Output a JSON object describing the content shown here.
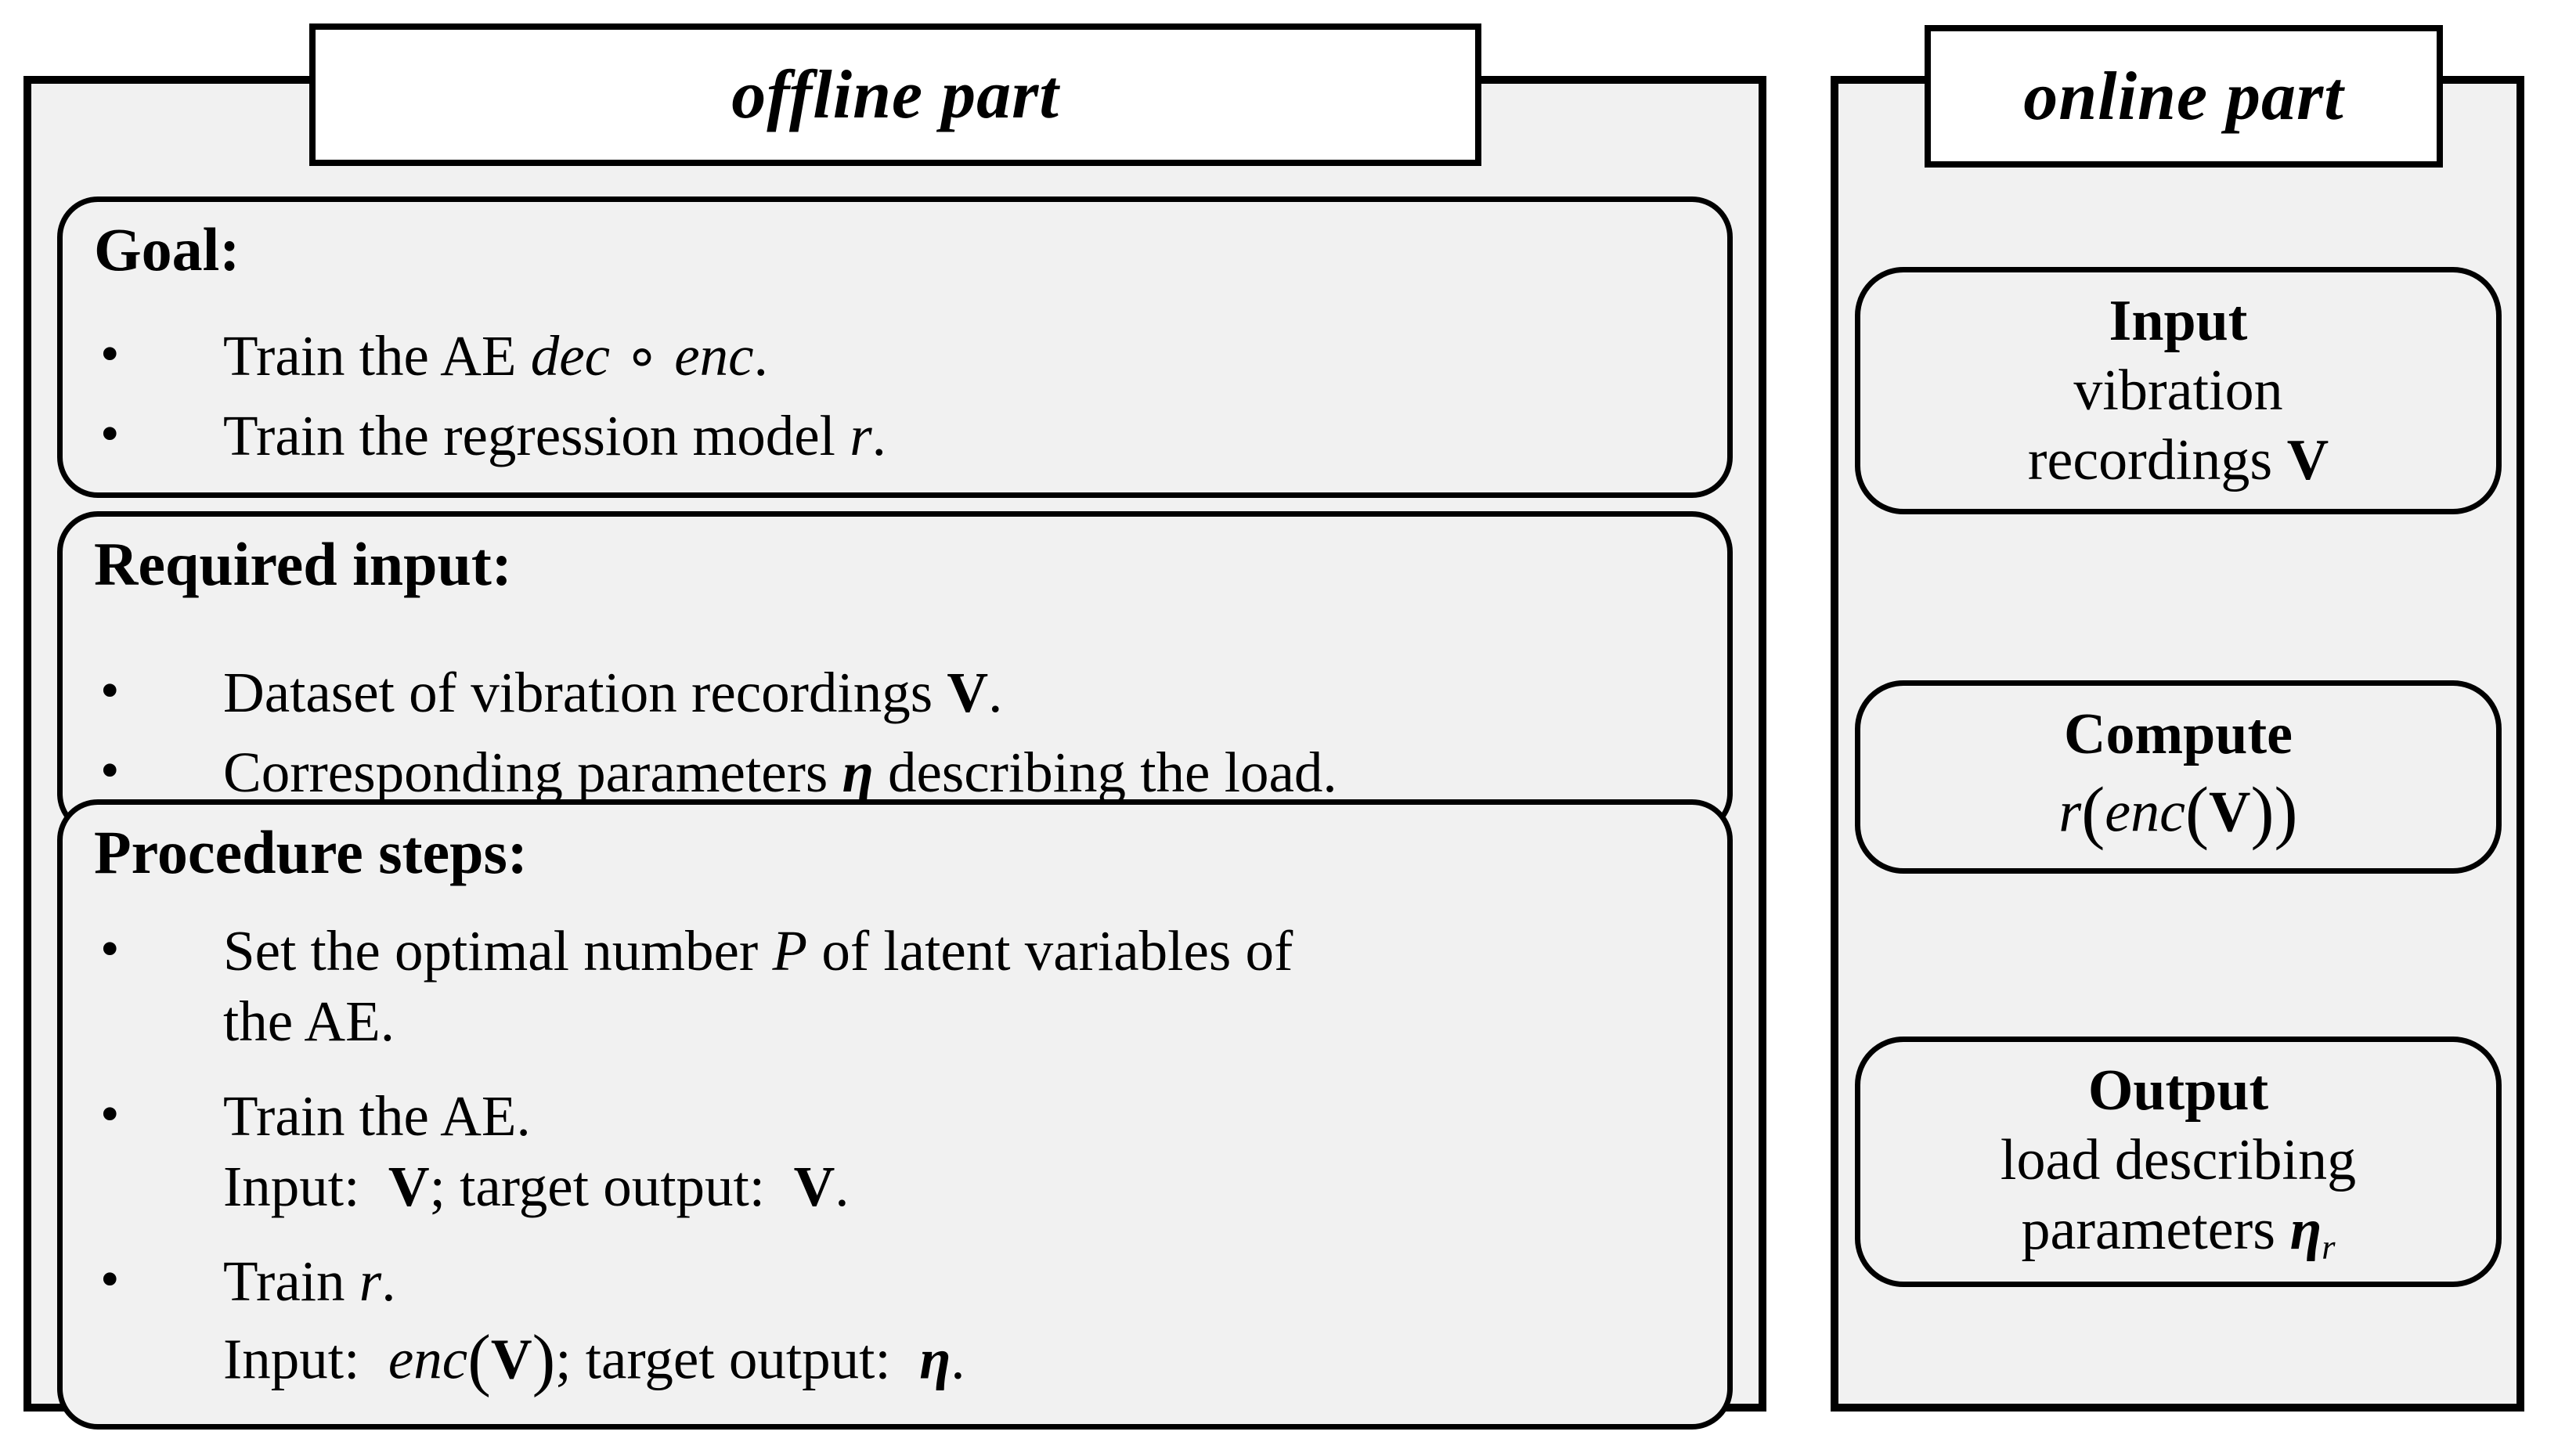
{
  "bullet": "•",
  "colors": {
    "panel_bg": "#f1f1f1",
    "title_bg": "#ffffff",
    "line": "#000000"
  },
  "offline": {
    "title": "offline part",
    "sections": [
      {
        "heading": "Goal:",
        "items": [
          {
            "lines": [
              [
                {
                  "t": "Train the AE "
                },
                {
                  "t": "dec",
                  "i": true
                },
                {
                  "t": " ∘ "
                },
                {
                  "t": "enc",
                  "i": true
                },
                {
                  "t": "."
                }
              ]
            ]
          },
          {
            "lines": [
              [
                {
                  "t": "Train the regression model "
                },
                {
                  "t": "r",
                  "i": true
                },
                {
                  "t": "."
                }
              ]
            ]
          }
        ]
      },
      {
        "heading": "Required input:",
        "items": [
          {
            "lines": [
              [
                {
                  "t": "Dataset of vibration recordings "
                },
                {
                  "t": "V",
                  "b": true
                },
                {
                  "t": "."
                }
              ]
            ]
          },
          {
            "lines": [
              [
                {
                  "t": "Corresponding parameters "
                },
                {
                  "t": "η",
                  "b": true,
                  "i": true
                },
                {
                  "t": " describing the load."
                }
              ]
            ]
          }
        ]
      },
      {
        "heading": "Procedure steps:",
        "items": [
          {
            "lines": [
              [
                {
                  "t": "Set the optimal number "
                },
                {
                  "t": "P",
                  "i": true
                },
                {
                  "t": " of latent variables of"
                }
              ],
              [
                {
                  "t": "the AE."
                }
              ]
            ]
          },
          {
            "lines": [
              [
                {
                  "t": "Train the AE."
                }
              ],
              [
                {
                  "t": "Input:  "
                },
                {
                  "t": "V",
                  "b": true
                },
                {
                  "t": "; target output:  "
                },
                {
                  "t": "V",
                  "b": true
                },
                {
                  "t": "."
                }
              ]
            ]
          },
          {
            "lines": [
              [
                {
                  "t": "Train "
                },
                {
                  "t": "r",
                  "i": true
                },
                {
                  "t": "."
                }
              ],
              [
                {
                  "t": "Input:  "
                },
                {
                  "t": "enc",
                  "i": true
                },
                {
                  "t": "(",
                  "paren": true
                },
                {
                  "t": "V",
                  "b": true
                },
                {
                  "t": ")",
                  "paren": true
                },
                {
                  "t": "; target output:  "
                },
                {
                  "t": "η",
                  "b": true,
                  "i": true
                },
                {
                  "t": "."
                }
              ]
            ]
          }
        ]
      }
    ]
  },
  "online": {
    "title": "online part",
    "steps": [
      {
        "lines": [
          [
            {
              "t": "Input",
              "b": true
            }
          ],
          [
            {
              "t": "vibration"
            }
          ],
          [
            {
              "t": "recordings "
            },
            {
              "t": "V",
              "b": true
            }
          ]
        ]
      },
      {
        "lines": [
          [
            {
              "t": "Compute",
              "b": true
            }
          ],
          [
            {
              "t": "r",
              "i": true
            },
            {
              "t": "(",
              "paren": true
            },
            {
              "t": "enc",
              "i": true
            },
            {
              "t": "(",
              "paren": true
            },
            {
              "t": "V",
              "b": true
            },
            {
              "t": ")",
              "paren": true
            },
            {
              "t": ")",
              "paren": true
            }
          ]
        ]
      },
      {
        "lines": [
          [
            {
              "t": "Output",
              "b": true
            }
          ],
          [
            {
              "t": "load describing"
            }
          ],
          [
            {
              "t": "parameters "
            },
            {
              "t": "η",
              "b": true,
              "i": true
            },
            {
              "t": "r",
              "i": true,
              "sub": true
            }
          ]
        ]
      }
    ]
  }
}
